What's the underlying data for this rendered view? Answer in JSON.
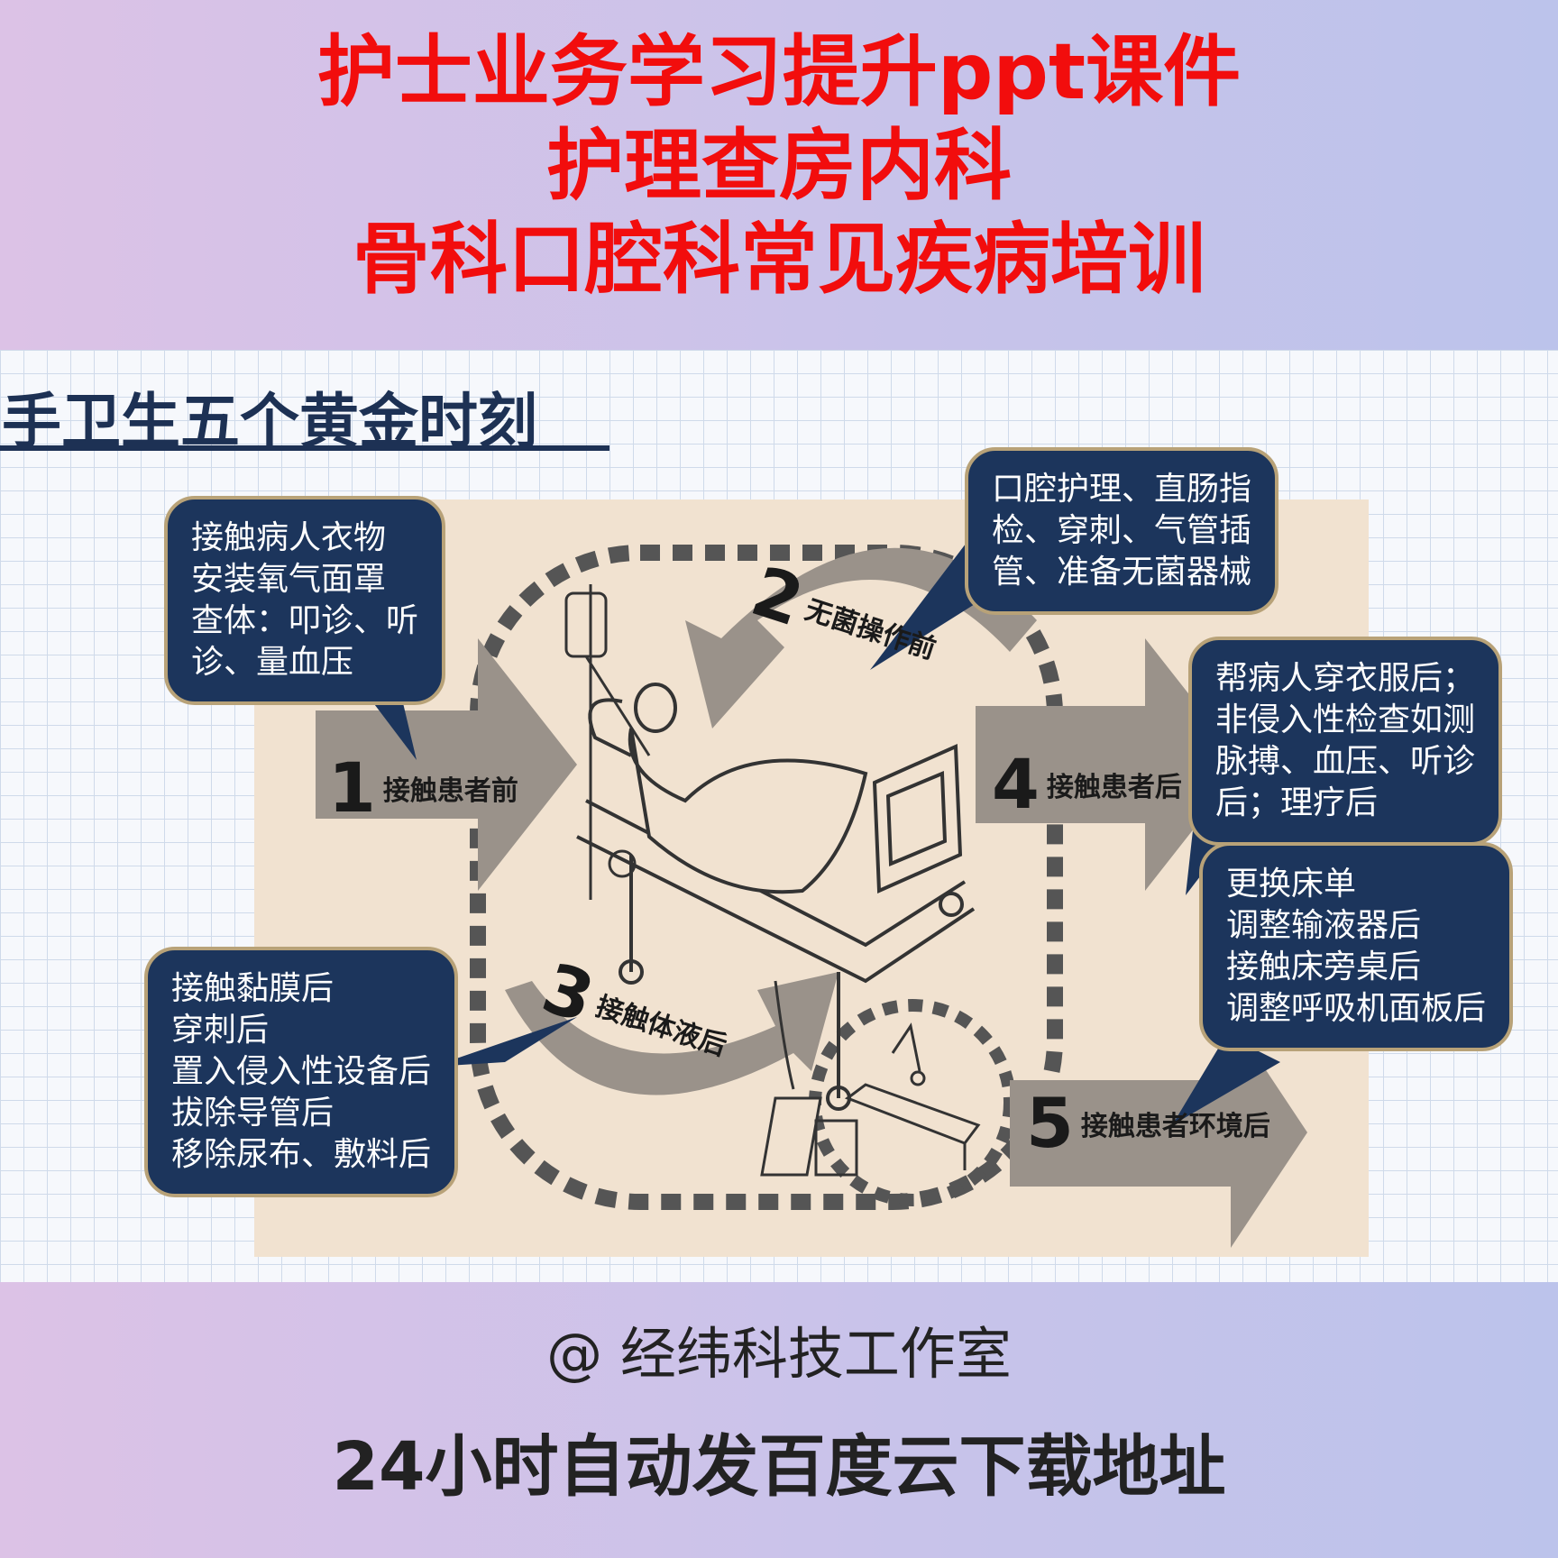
{
  "header": {
    "lines": [
      "护士业务学习提升ppt课件",
      "护理查房内科",
      "骨科口腔科常见疾病培训"
    ]
  },
  "slide": {
    "title": "手卫生五个黄金时刻",
    "moments": [
      {
        "number": "1",
        "label": "接触患者前"
      },
      {
        "number": "2",
        "label": "无菌操作前"
      },
      {
        "number": "3",
        "label": "接触体液后"
      },
      {
        "number": "4",
        "label": "接触患者后"
      },
      {
        "number": "5",
        "label": "接触患者环境后"
      }
    ],
    "bubbles": {
      "b1": [
        "接触病人衣物",
        "安装氧气面罩",
        "查体：叩诊、听",
        "诊、量血压"
      ],
      "b2": [
        "口腔护理、直肠指",
        "检、穿刺、气管插",
        "管、准备无菌器械"
      ],
      "b3": [
        "接触黏膜后",
        "穿刺后",
        "置入侵入性设备后",
        "拔除导管后",
        "移除尿布、敷料后"
      ],
      "b4": [
        "帮病人穿衣服后；",
        "非侵入性检查如测",
        "脉搏、血压、听诊",
        "后；理疗后"
      ],
      "b5": [
        "更换床单",
        "调整输液器后",
        "接触床旁桌后",
        "调整呼吸机面板后"
      ]
    }
  },
  "footer": {
    "studio": "@ 经纬科技工作室",
    "note": "24小时自动发百度云下载地址"
  },
  "colors": {
    "title_red": "#f20d0d",
    "bubble_navy": "#1c355c",
    "arrow_gray": "#9a928a",
    "panel_beige": "#f1e2d0"
  }
}
